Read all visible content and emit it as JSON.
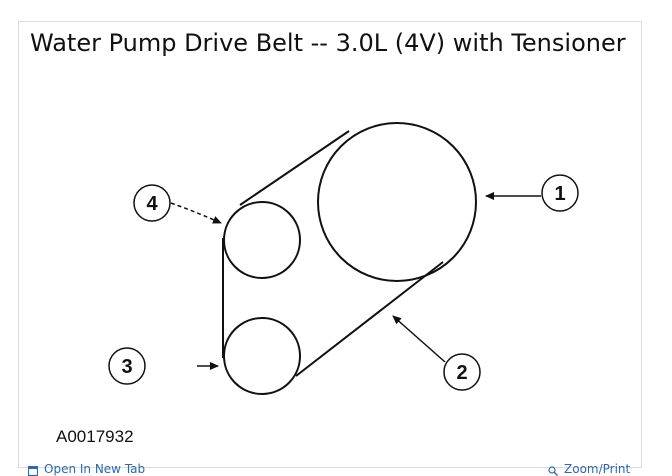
{
  "title": "Water Pump Drive Belt -- 3.0L (4V) with Tensioner",
  "figure_code": "A0017932",
  "callouts": [
    {
      "id": "callout-1",
      "label": "1"
    },
    {
      "id": "callout-2",
      "label": "2"
    },
    {
      "id": "callout-3",
      "label": "3"
    },
    {
      "id": "callout-4",
      "label": "4"
    }
  ],
  "links": {
    "open_tab": "Open In New Tab",
    "zoom_print": "Zoom/Print"
  },
  "icons": {
    "open_tab": "open-new-tab-icon",
    "zoom_print": "zoom-icon"
  },
  "colors": {
    "line": "#111111",
    "link": "#2d68b0",
    "border": "#d9dde3"
  }
}
